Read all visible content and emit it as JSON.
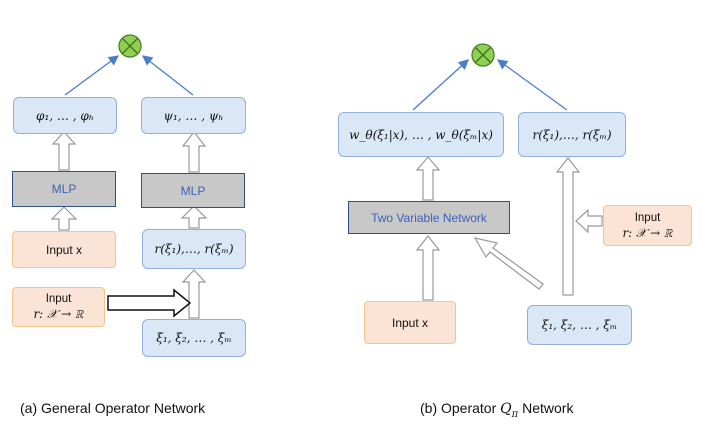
{
  "panel_a": {
    "phi": "φ₁, … , φₕ",
    "psi": "ψ₁, … , ψₕ",
    "mlp_left": "MLP",
    "mlp_right": "MLP",
    "input_x": "Input x",
    "r_values": "r(ξ₁),…, r(ξₘ)",
    "input_r_title": "Input",
    "input_r_map": "r: 𝒳 → ℝ",
    "xi": "ξ₁, ξ₂, … , ξₘ",
    "caption": "(a) General Operator Network"
  },
  "panel_b": {
    "w_theta": "w_θ(ξ₁|x), … , w_θ(ξₘ|x)",
    "r_values": "r(ξ₁),…, r(ξₘ)",
    "network": "Two Variable Network",
    "input_r_title": "Input",
    "input_r_map": "r: 𝒳 → ℝ",
    "input_x": "Input x",
    "xi": "ξ₁, ξ₂, … , ξₘ",
    "caption": "(b) Operator Q_π Network",
    "caption_prefix": "(b) Operator ",
    "caption_symbol": "Q",
    "caption_subscript": "π",
    "caption_suffix": " Network"
  },
  "colors": {
    "node_fill": "#dae7f6",
    "node_border": "#8fb1dc",
    "input_fill": "#fbe4d5",
    "input_border": "#f2c58f",
    "network_fill": "#c8c8c8",
    "network_border": "#2f4f8f",
    "product_fill": "#8ed04f",
    "arrow_blue": "#4a7ec9"
  }
}
